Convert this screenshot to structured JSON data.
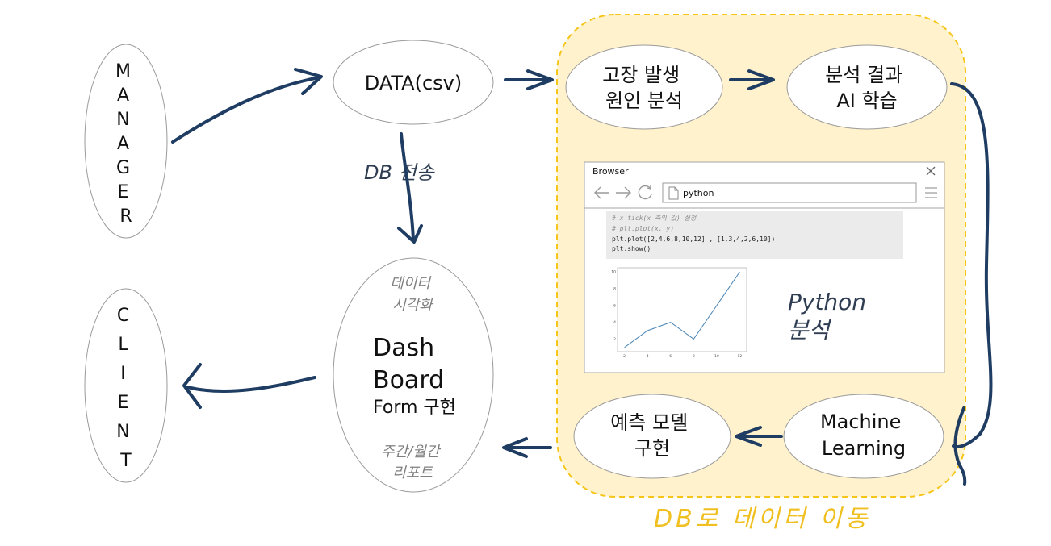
{
  "nodes": {
    "manager": [
      "M",
      "A",
      "N",
      "A",
      "G",
      "E",
      "R"
    ],
    "client": [
      "C",
      "L",
      "I",
      "E",
      "N",
      "T"
    ],
    "data_csv": "DATA(csv)",
    "db_transfer": "DB 전송",
    "dashboard": {
      "top_note": [
        "데이터",
        "시각화"
      ],
      "title_lines": [
        "Dash",
        "Board"
      ],
      "subtitle": "Form 구현",
      "bottom_note": [
        "주간/월간",
        "리포트"
      ]
    },
    "cause_analysis": [
      "고장 발생",
      "원인 분석"
    ],
    "ai_learning": [
      "분석 결과",
      "AI 학습"
    ],
    "machine_learning": [
      "Machine",
      "Learning"
    ],
    "prediction_model": [
      "예측 모델",
      "구현"
    ],
    "python_analysis": [
      "Python",
      "분석"
    ],
    "db_move": "DB로 데이터 이동"
  },
  "browser": {
    "title": "Browser",
    "url": "python",
    "code_lines": [
      "# x tick(x 축의 값) 설정",
      "# plt.plot(x, y)",
      "plt.plot([2,4,6,8,10,12] , [1,3,4,2,6,10])",
      "plt.show()"
    ]
  },
  "chart_data": {
    "type": "line",
    "x": [
      2,
      4,
      6,
      8,
      10,
      12
    ],
    "y": [
      1,
      3,
      4,
      2,
      6,
      10
    ],
    "x_ticks": [
      2,
      4,
      6,
      8,
      10,
      12
    ],
    "y_ticks": [
      2,
      4,
      6,
      8,
      10
    ],
    "xlim": [
      1.4,
      12.6
    ],
    "ylim": [
      0.5,
      10.5
    ],
    "color": "#4a86b8"
  },
  "colors": {
    "arrow": "#1f3c62",
    "ellipse_stroke": "#9a9a9a",
    "highlight_fill": "#fff2cc",
    "highlight_stroke": "#f5c518",
    "db_move_text": "#f0c020",
    "note_gray": "#7f7f7f"
  }
}
